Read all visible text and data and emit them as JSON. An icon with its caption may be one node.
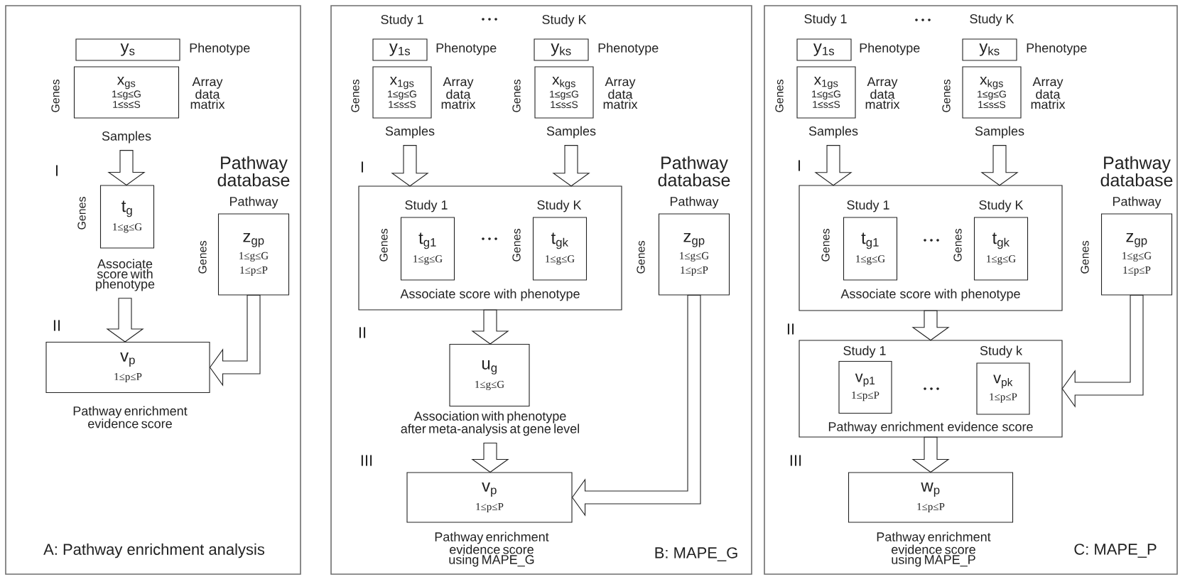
{
  "diagram": {
    "nodes": [
      {
        "text": [
          "A: Pathway enrichment analysis"
        ]
      },
      {
        "text": [
          "y$_{s}$"
        ],
        "in": 0,
        "beside": [
          "Phenotype"
        ]
      },
      {
        "text": [
          "x$_{gs}$",
          "1≤g≤G",
          "1≤s≤S"
        ],
        "in": 0,
        "beside": [
          "Genes",
          "Array data matrix",
          "Samples"
        ]
      },
      {
        "text": [
          "t$_{g}$",
          "1≤g≤G"
        ],
        "in": 0,
        "beside": [
          "Genes",
          "Associate score with phenotype"
        ]
      },
      {
        "text": [
          "z$_{gp}$",
          "1≤g≤G",
          "1≤p≤P"
        ],
        "in": 0,
        "beside": [
          "Pathway database",
          "Pathway",
          "Genes"
        ]
      },
      {
        "text": [
          "v$_{p}$",
          "1≤p≤P"
        ],
        "in": 0,
        "beside": [
          "Pathway enrichment evidence score"
        ]
      },
      {
        "text": [
          "B: MAPE_G"
        ]
      },
      {
        "text": [
          "y$_{1s}$"
        ],
        "in": 6,
        "beside": [
          "Study 1",
          "Phenotype"
        ]
      },
      {
        "text": [
          "x$_{1gs}$",
          "1≤g≤G",
          "1≤s≤S"
        ],
        "in": 6,
        "beside": [
          "Genes",
          "Array data matrix",
          "Samples"
        ]
      },
      {
        "text": [
          "y$_{ks}$"
        ],
        "in": 6,
        "beside": [
          "Study K",
          "Phenotype"
        ]
      },
      {
        "text": [
          "x$_{kgs}$",
          "1≤g≤G",
          "1≤s≤S"
        ],
        "in": 6,
        "beside": [
          "Genes",
          "Array data matrix",
          "Samples"
        ]
      },
      {
        "text": [
          "Associate score with phenotype"
        ],
        "in": 6
      },
      {
        "text": [
          "t$_{g1}$",
          "1≤g≤G"
        ],
        "in": 11,
        "beside": [
          "Study 1",
          "Genes"
        ]
      },
      {
        "text": [
          "t$_{gk}$",
          "1≤g≤G"
        ],
        "in": 11,
        "beside": [
          "Study K",
          "Genes"
        ]
      },
      {
        "text": [
          "z$_{gp}$",
          "1≤g≤G",
          "1≤p≤P"
        ],
        "in": 6,
        "beside": [
          "Pathway database",
          "Pathway",
          "Genes"
        ]
      },
      {
        "text": [
          "u$_{g}$",
          "1≤g≤G"
        ],
        "in": 6,
        "beside": [
          "Association with phenotype after meta-analysis at gene level"
        ]
      },
      {
        "text": [
          "v$_{p}$",
          "1≤p≤P"
        ],
        "in": 6,
        "beside": [
          "Pathway enrichment evidence score using MAPE_G"
        ]
      },
      {
        "text": [
          "C: MAPE_P"
        ]
      },
      {
        "text": [
          "y$_{1s}$"
        ],
        "in": 17,
        "beside": [
          "Study 1",
          "Phenotype"
        ]
      },
      {
        "text": [
          "x$_{1gs}$",
          "1≤g≤G",
          "1≤s≤S"
        ],
        "in": 17,
        "beside": [
          "Genes",
          "Array data matrix",
          "Samples"
        ]
      },
      {
        "text": [
          "y$_{ks}$"
        ],
        "in": 17,
        "beside": [
          "Study K",
          "Phenotype"
        ]
      },
      {
        "text": [
          "x$_{kgs}$",
          "1≤g≤G",
          "1≤s≤S"
        ],
        "in": 17,
        "beside": [
          "Genes",
          "Array data matrix",
          "Samples"
        ]
      },
      {
        "text": [
          "Associate score with phenotype"
        ],
        "in": 17
      },
      {
        "text": [
          "t$_{g1}$",
          "1≤g≤G"
        ],
        "in": 22,
        "beside": [
          "Study 1",
          "Genes"
        ]
      },
      {
        "text": [
          "t$_{gk}$",
          "1≤g≤G"
        ],
        "in": 22,
        "beside": [
          "Study K",
          "Genes"
        ]
      },
      {
        "text": [
          "z$_{gp}$",
          "1≤g≤G",
          "1≤p≤P"
        ],
        "in": 17,
        "beside": [
          "Pathway database",
          "Pathway",
          "Genes"
        ]
      },
      {
        "text": [
          "Pathway enrichment evidence score"
        ],
        "in": 17
      },
      {
        "text": [
          "v$_{p1}$",
          "1≤p≤P"
        ],
        "in": 26,
        "beside": [
          "Study 1"
        ]
      },
      {
        "text": [
          "v$_{pk}$",
          "1≤p≤P"
        ],
        "in": 26,
        "beside": [
          "Study k"
        ]
      },
      {
        "text": [
          "w$_{p}$",
          "1≤p≤P"
        ],
        "in": 17,
        "beside": [
          "Pathway enrichment evidence score using MAPE_P"
        ]
      }
    ],
    "edges": [
      {
        "from": 2,
        "to": 3,
        "arrow": "to"
      },
      {
        "from": 3,
        "to": 5,
        "arrow": "to"
      },
      {
        "from": 4,
        "to": 5,
        "arrow": "to"
      },
      {
        "from": 8,
        "to": 11,
        "arrow": "to"
      },
      {
        "from": 10,
        "to": 11,
        "arrow": "to"
      },
      {
        "from": 11,
        "to": 15,
        "arrow": "to"
      },
      {
        "from": 15,
        "to": 16,
        "arrow": "to"
      },
      {
        "from": 14,
        "to": 16,
        "arrow": "to"
      },
      {
        "from": 19,
        "to": 22,
        "arrow": "to"
      },
      {
        "from": 21,
        "to": 22,
        "arrow": "to"
      },
      {
        "from": 22,
        "to": 26,
        "arrow": "to"
      },
      {
        "from": 25,
        "to": 26,
        "arrow": "to"
      },
      {
        "from": 26,
        "to": 29,
        "arrow": "to"
      }
    ],
    "labels": [
      "I",
      "II",
      "I",
      "II",
      "III",
      "I",
      "II",
      "III"
    ]
  }
}
